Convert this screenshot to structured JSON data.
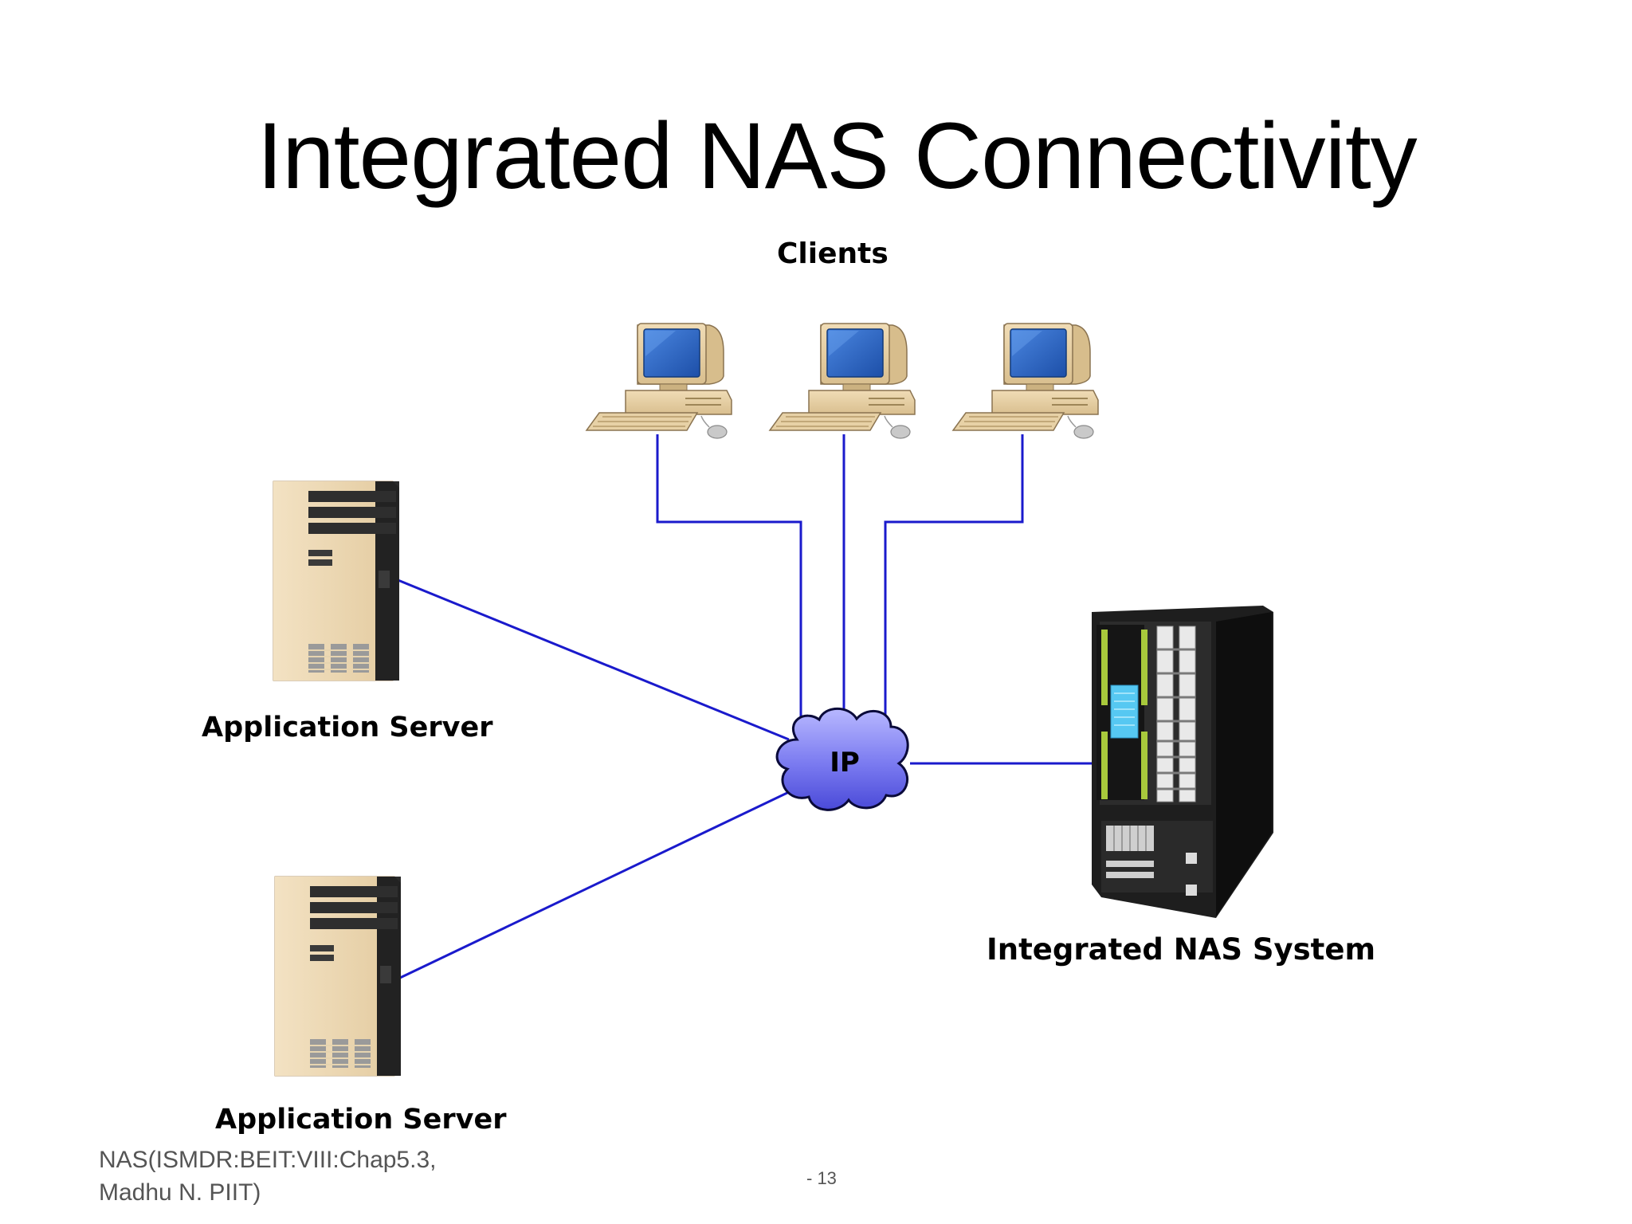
{
  "title": "Integrated NAS Connectivity",
  "labels": {
    "clients": "Clients",
    "app_server_1": "Application Server",
    "app_server_2": "Application Server",
    "ip": "IP",
    "nas": "Integrated NAS System"
  },
  "footer": {
    "line1": "NAS(ISMDR:BEIT:VIII:Chap5.3,",
    "line2": "Madhu N. PIIT)",
    "page": "- 13"
  },
  "colors": {
    "link": "#1a1acc",
    "cloud_fill": "#8080f0",
    "monitor_screen": "#2a62c8",
    "nas_body": "#1e1e1e"
  },
  "icons": [
    "client-computer-icon",
    "application-server-icon",
    "ip-cloud-icon",
    "nas-rack-icon"
  ]
}
